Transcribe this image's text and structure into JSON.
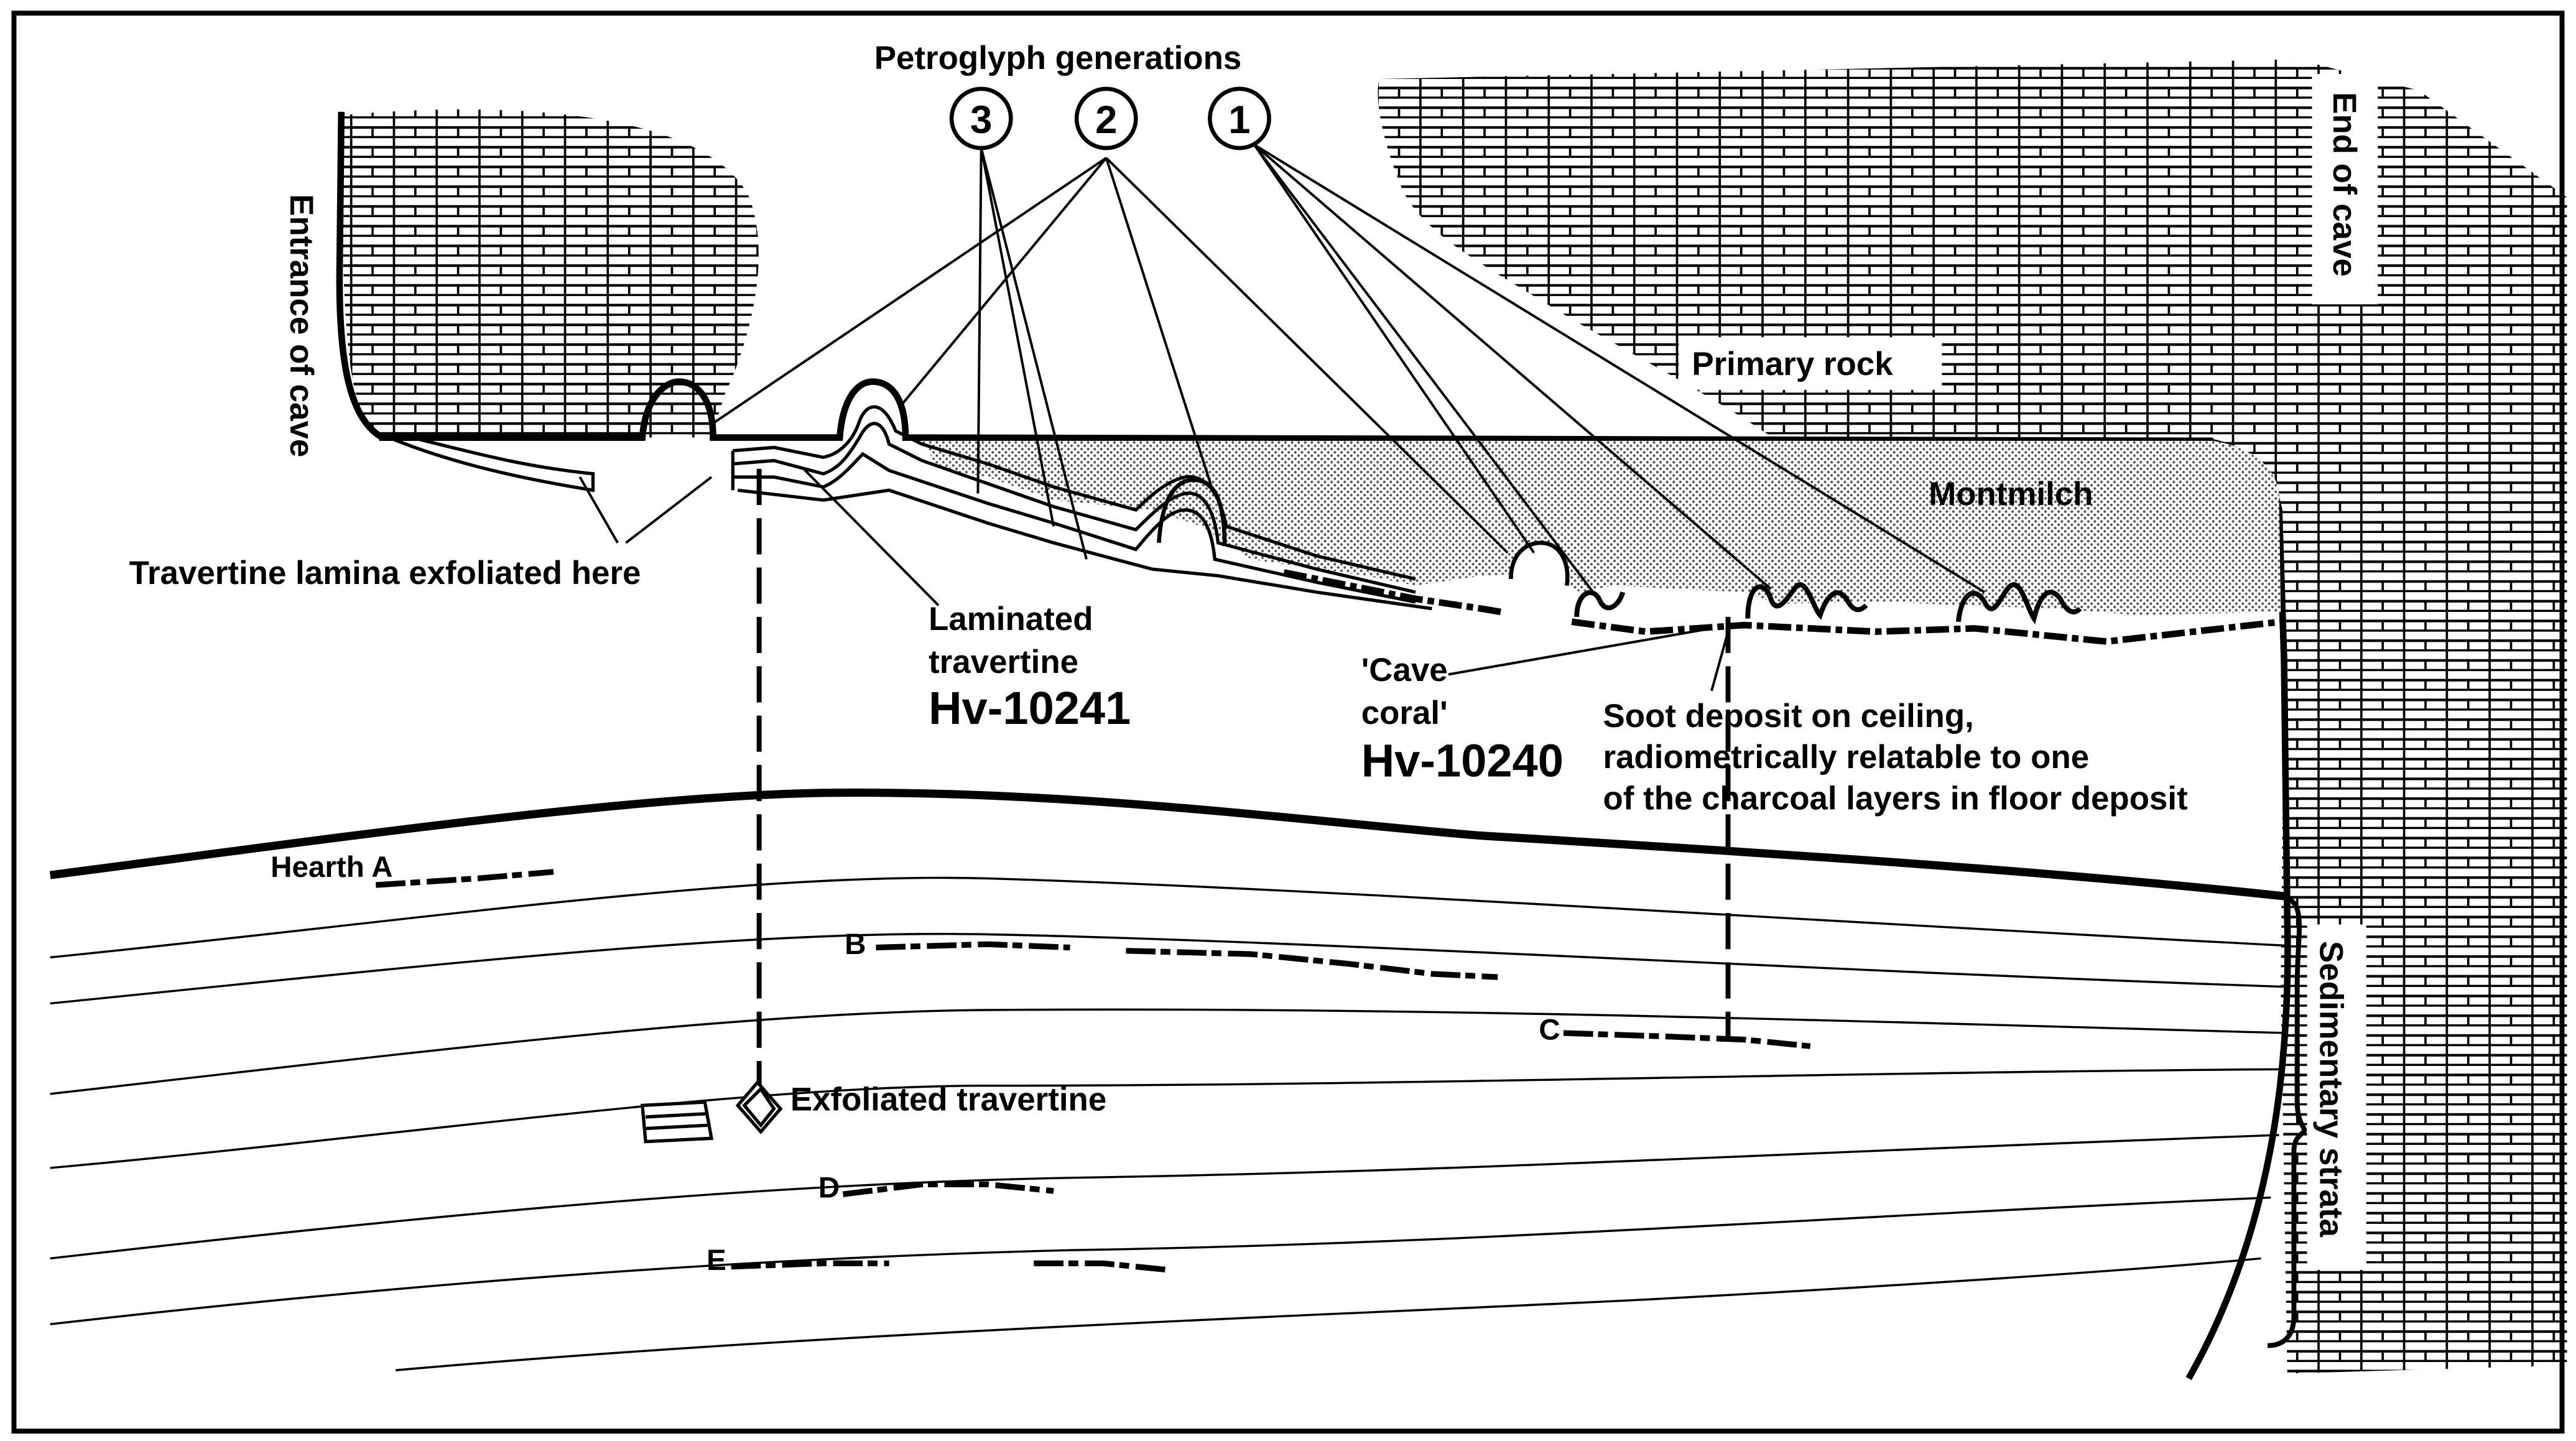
{
  "labels": {
    "petroglyph_generations": "Petroglyph generations",
    "gen1": "1",
    "gen2": "2",
    "gen3": "3",
    "entrance_of_cave": "Entrance of cave",
    "end_of_cave": "End of cave",
    "primary_rock": "Primary rock",
    "montmilch": "Montmilch",
    "travertine_exfoliated": "Travertine lamina exfoliated here",
    "laminated_line1": "Laminated",
    "laminated_line2": "travertine",
    "hv10241": "Hv-10241",
    "cave_coral_line1": "'Cave",
    "cave_coral_line2": "coral'",
    "hv10240": "Hv-10240",
    "soot_line1": "Soot deposit on ceiling,",
    "soot_line2": "radiometrically relatable to one",
    "soot_line3": "of the charcoal layers in floor deposit",
    "hearth_a": "Hearth A",
    "layer_b": "B",
    "layer_c": "C",
    "layer_d": "D",
    "layer_e": "E",
    "exfoliated_travertine": "Exfoliated travertine",
    "sedimentary_strata": "Sedimentary strata"
  },
  "colors": {
    "ink": "#000000",
    "background": "#ffffff",
    "montmilch_stipple": "#8a8a8a"
  }
}
